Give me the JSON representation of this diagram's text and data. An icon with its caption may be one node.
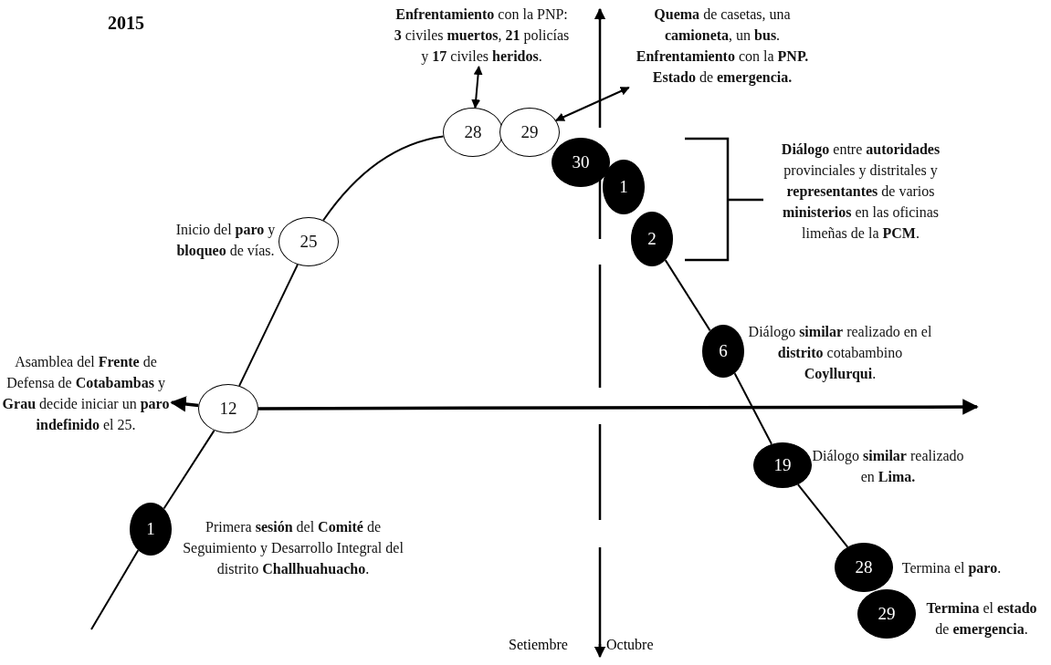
{
  "diagram": {
    "nodes": [
      {
        "text": [
          "1"
        ]
      },
      {
        "text": [
          "12"
        ]
      },
      {
        "text": [
          "25"
        ]
      },
      {
        "text": [
          "28"
        ]
      },
      {
        "text": [
          "29"
        ]
      },
      {
        "text": [
          "30"
        ]
      },
      {
        "text": [
          "1"
        ]
      },
      {
        "text": [
          "2"
        ]
      },
      {
        "text": [
          "6"
        ]
      },
      {
        "text": [
          "19"
        ]
      },
      {
        "text": [
          "28"
        ]
      },
      {
        "text": [
          "29"
        ]
      },
      {
        "text": [
          "**Enfrentamiento** con la PNP: **3** civiles **muertos**, **21** policías y **17** civiles **heridos**."
        ]
      },
      {
        "text": [
          "**Quema** de casetas, una **camioneta**, un **bus**. **Enfrentamiento** con la **PNP. Estado** de **emergencia.**"
        ]
      },
      {
        "text": [
          "**Diálogo** entre **autoridades** provinciales y distritales y **representantes** de varios **ministerios** en las oficinas limeñas de la **PCM**."
        ]
      },
      {
        "text": [
          "Inicio del **paro** y **bloqueo** de vías."
        ]
      },
      {
        "text": [
          "Asamblea del **Frente** de Defensa de **Cotabambas** y **Grau** decide iniciar un **paro indefinido** el 25."
        ]
      },
      {
        "text": [
          "Primera **sesión** del **Comité** de Seguimiento y Desarrollo Integral del distrito **Challhuahuacho**."
        ]
      },
      {
        "text": [
          "Diálogo **similar** realizado en el **distrito** cotabambino **Coyllurqui**."
        ]
      },
      {
        "text": [
          "Diálogo **similar** realizado en **Lima.**"
        ]
      },
      {
        "text": [
          "Termina el **paro**."
        ]
      },
      {
        "text": [
          "**Termina** el **estado** de **emergencia**."
        ]
      }
    ],
    "edges": [
      {
        "from": null,
        "to": 0,
        "arrow": "none"
      },
      {
        "from": 0,
        "to": 1,
        "arrow": "none"
      },
      {
        "from": 1,
        "to": 2,
        "arrow": "none"
      },
      {
        "from": 2,
        "to": 3,
        "arrow": "none"
      },
      {
        "from": 3,
        "to": 12,
        "arrow": "both"
      },
      {
        "from": 4,
        "to": 13,
        "arrow": "both"
      },
      {
        "from": 7,
        "to": 8,
        "arrow": "none"
      },
      {
        "from": 8,
        "to": 9,
        "arrow": "none"
      },
      {
        "from": 9,
        "to": 10,
        "arrow": "none"
      },
      {
        "from": 1,
        "to": 16,
        "arrow": "to"
      },
      {
        "from": 1,
        "to": null,
        "arrow": "to"
      }
    ],
    "labels": [
      "2015",
      "Setiembre",
      "Octubre"
    ]
  }
}
